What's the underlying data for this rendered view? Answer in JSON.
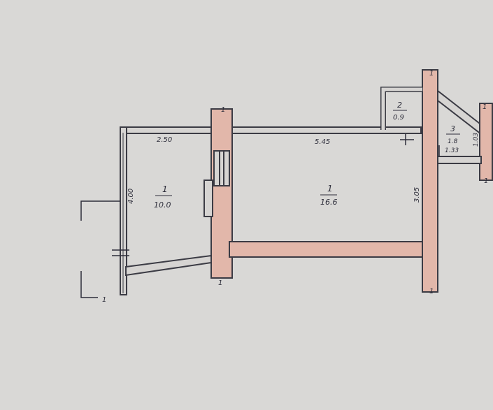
{
  "plan": {
    "colors": {
      "paper": "#d9d8d6",
      "wall_fill": "#e2b7aa",
      "wall_stroke": "#3b3b44",
      "ink": "#2d2d3a"
    },
    "rooms": [
      {
        "number": "1",
        "area": "16.6"
      },
      {
        "number": "1",
        "area": "10.0"
      },
      {
        "number": "2",
        "area": "0.9"
      },
      {
        "number": "3",
        "area": "1.8"
      }
    ],
    "dimensions": {
      "d_250": "2.50",
      "d_545": "5.45",
      "d_400": "4.00",
      "d_305": "3.05",
      "d_103": "1.03",
      "d_133": "1.33"
    },
    "wall_marks": {
      "mark": "1"
    }
  }
}
